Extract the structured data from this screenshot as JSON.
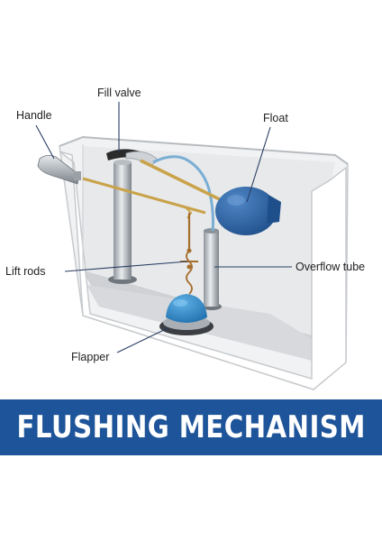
{
  "labels": {
    "handle": "Handle",
    "fill_valve": "Fill valve",
    "float": "Float",
    "lift_rods": "Lift rods",
    "overflow_tube": "Overflow tube",
    "flapper": "Flapper"
  },
  "banner": {
    "title": "FLUSHING MECHANISM",
    "color": "#1e5499"
  },
  "colors": {
    "float": "#2b5f9e",
    "flapper": "#2f86c8",
    "water_line": "#7aaed4",
    "rod": "#c9a24a"
  }
}
